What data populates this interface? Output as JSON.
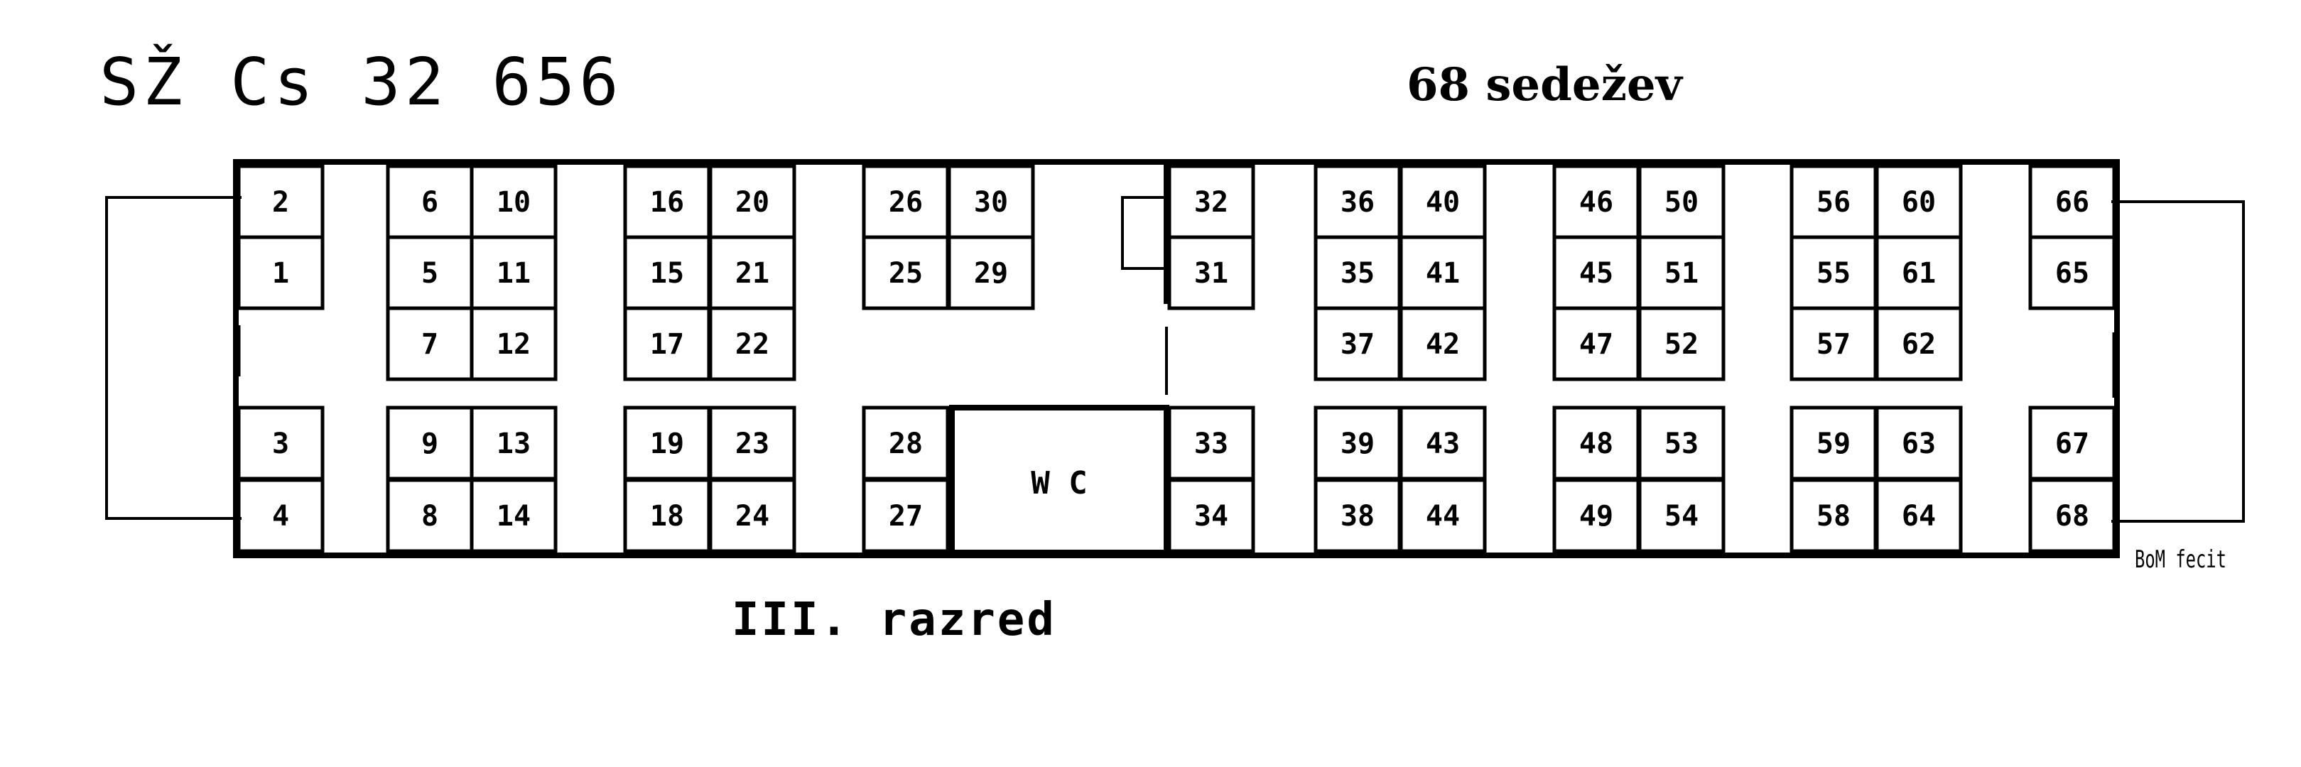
{
  "title": "SŽ Cs 32 656",
  "seat_count_label": "68 sedežev",
  "class_label": "III. razred",
  "wc_label": "W C",
  "signature": "BoM fecit",
  "seats": [
    {
      "n": "2"
    },
    {
      "n": "1"
    },
    {
      "n": "3"
    },
    {
      "n": "4"
    },
    {
      "n": "6"
    },
    {
      "n": "5"
    },
    {
      "n": "7"
    },
    {
      "n": "10"
    },
    {
      "n": "11"
    },
    {
      "n": "12"
    },
    {
      "n": "9"
    },
    {
      "n": "8"
    },
    {
      "n": "13"
    },
    {
      "n": "14"
    },
    {
      "n": "16"
    },
    {
      "n": "15"
    },
    {
      "n": "17"
    },
    {
      "n": "20"
    },
    {
      "n": "21"
    },
    {
      "n": "22"
    },
    {
      "n": "19"
    },
    {
      "n": "18"
    },
    {
      "n": "23"
    },
    {
      "n": "24"
    },
    {
      "n": "26"
    },
    {
      "n": "25"
    },
    {
      "n": "30"
    },
    {
      "n": "29"
    },
    {
      "n": "28"
    },
    {
      "n": "27"
    },
    {
      "n": "32"
    },
    {
      "n": "31"
    },
    {
      "n": "33"
    },
    {
      "n": "34"
    },
    {
      "n": "36"
    },
    {
      "n": "35"
    },
    {
      "n": "37"
    },
    {
      "n": "40"
    },
    {
      "n": "41"
    },
    {
      "n": "42"
    },
    {
      "n": "39"
    },
    {
      "n": "38"
    },
    {
      "n": "43"
    },
    {
      "n": "44"
    },
    {
      "n": "46"
    },
    {
      "n": "45"
    },
    {
      "n": "47"
    },
    {
      "n": "50"
    },
    {
      "n": "51"
    },
    {
      "n": "52"
    },
    {
      "n": "48"
    },
    {
      "n": "49"
    },
    {
      "n": "53"
    },
    {
      "n": "54"
    },
    {
      "n": "56"
    },
    {
      "n": "55"
    },
    {
      "n": "57"
    },
    {
      "n": "60"
    },
    {
      "n": "61"
    },
    {
      "n": "62"
    },
    {
      "n": "59"
    },
    {
      "n": "58"
    },
    {
      "n": "63"
    },
    {
      "n": "64"
    },
    {
      "n": "66"
    },
    {
      "n": "65"
    },
    {
      "n": "67"
    },
    {
      "n": "68"
    }
  ]
}
